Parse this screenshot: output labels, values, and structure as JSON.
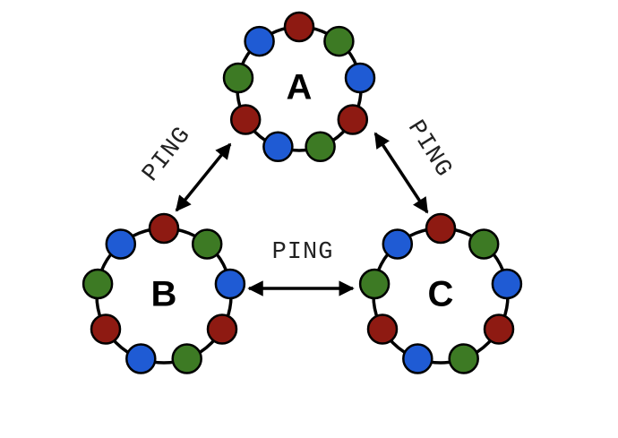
{
  "colors": {
    "red": "#8e1a12",
    "blue": "#1f5bd4",
    "green": "#3d7a24",
    "outline": "#000000",
    "background": "#ffffff"
  },
  "rings": [
    {
      "id": "A",
      "label": "A",
      "nodes": [
        "red",
        "green",
        "blue",
        "red",
        "green",
        "blue",
        "red",
        "green",
        "blue"
      ]
    },
    {
      "id": "B",
      "label": "B",
      "nodes": [
        "red",
        "green",
        "blue",
        "red",
        "green",
        "blue",
        "red",
        "green",
        "blue"
      ]
    },
    {
      "id": "C",
      "label": "C",
      "nodes": [
        "red",
        "green",
        "blue",
        "red",
        "green",
        "blue",
        "red",
        "green",
        "blue"
      ]
    }
  ],
  "links": [
    {
      "from": "A",
      "to": "B",
      "label": "PING",
      "bidirectional": true
    },
    {
      "from": "A",
      "to": "C",
      "label": "PING",
      "bidirectional": true
    },
    {
      "from": "B",
      "to": "C",
      "label": "PING",
      "bidirectional": true
    }
  ]
}
